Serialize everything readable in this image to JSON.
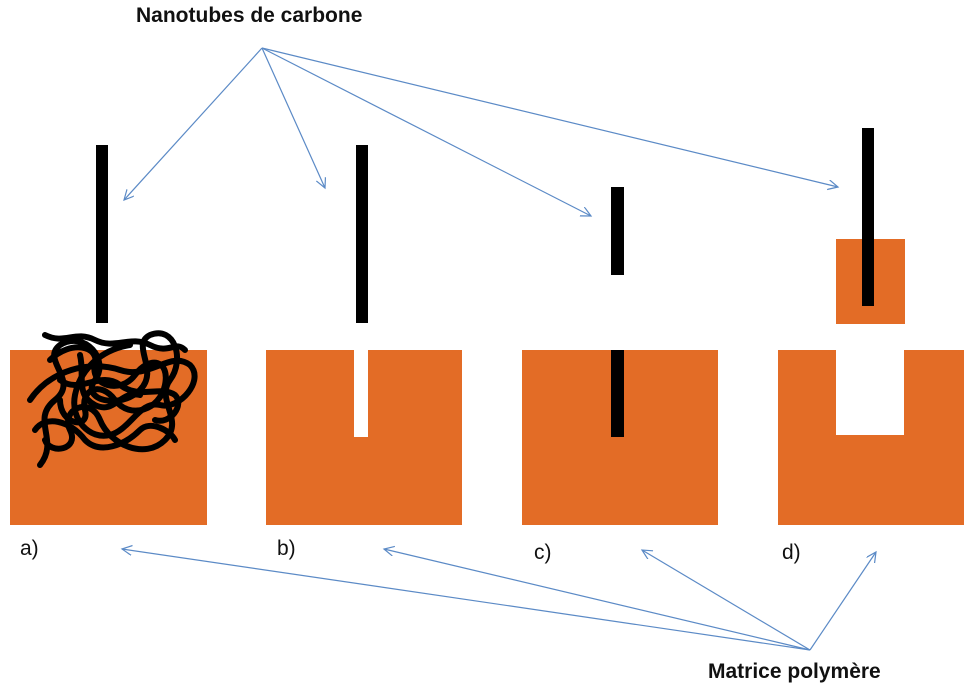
{
  "labels": {
    "nanotubes": "Nanotubes de carbone",
    "matrix": "Matrice polymère"
  },
  "panels": [
    {
      "id": "a",
      "label": "a)"
    },
    {
      "id": "b",
      "label": "b)"
    },
    {
      "id": "c",
      "label": "c)"
    },
    {
      "id": "d",
      "label": "d)"
    }
  ],
  "colors": {
    "matrix": "#e36c26",
    "nanotube": "#000000",
    "arrow": "#5b8ac6",
    "background": "#ffffff"
  }
}
